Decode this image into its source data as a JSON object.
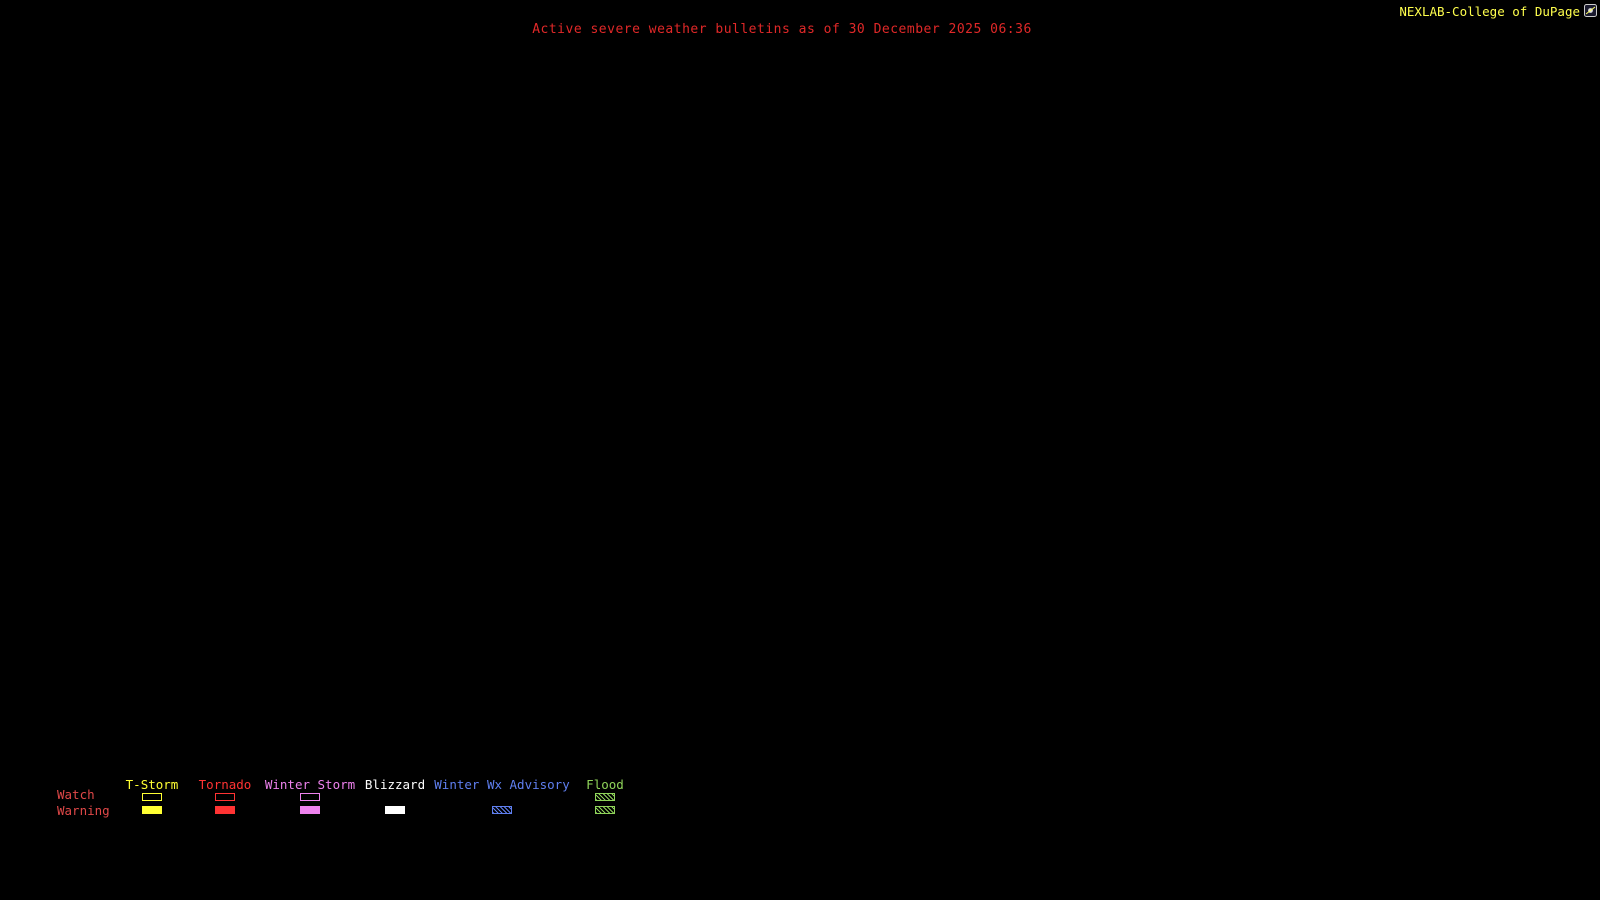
{
  "page": {
    "background": "#000000"
  },
  "header": {
    "title": "Active severe weather bulletins as of 30 December 2025 06:36",
    "title_color": "#e02828",
    "attribution": "NEXLAB-College of DuPage",
    "attribution_color": "#ffff4d",
    "logo_icon": "nexlab-logo-icon"
  },
  "legend": {
    "label_color": "#e04848",
    "rows": {
      "watch": "Watch",
      "warning": "Warning"
    },
    "categories": [
      {
        "label": "T-Storm",
        "color": "#ffff33",
        "watch_style": "outline",
        "warning_style": "solid"
      },
      {
        "label": "Tornado",
        "color": "#ff3333",
        "watch_style": "outline",
        "warning_style": "solid"
      },
      {
        "label": "Winter Storm",
        "color": "#ee82ee",
        "watch_style": "outline",
        "warning_style": "solid"
      },
      {
        "label": "Blizzard",
        "color": "#ffffff",
        "watch_style": "none",
        "warning_style": "solid"
      },
      {
        "label": "Winter Wx Advisory",
        "color": "#5f7ff0",
        "watch_style": "none",
        "warning_style": "hatched"
      },
      {
        "label": "Flood",
        "color": "#8fd45a",
        "watch_style": "hatched",
        "warning_style": "hatched"
      }
    ]
  }
}
